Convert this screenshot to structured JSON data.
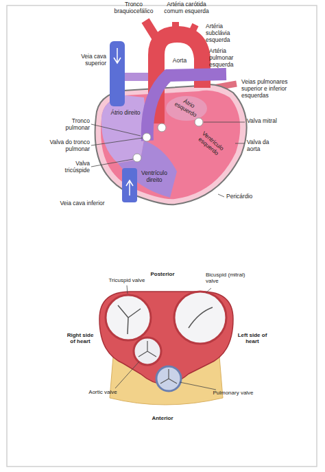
{
  "diagram": {
    "labels": [
      "Tronco braquiocefálico",
      "Artéria carótida comum esquerda",
      "Artéria subclávia esquerda",
      "Artéria pulmonar esquerda",
      "Aorta",
      "Veia cava superior",
      "Veias pulmonares superior e inferior esquerdas",
      "Átrio esquerdo",
      "Átrio direito",
      "Tronco pulmonar",
      "Valva mitral",
      "Ventrículo esquerdo",
      "Valva da aorta",
      "Valva do tronco pulmonar",
      "Valva tricúspide",
      "Ventrículo direito",
      "Veia cava inferior",
      "Pericárdio",
      "Posterior",
      "Tricuspid valve",
      "Bicuspid (mitral) valve",
      "Right side of heart",
      "Left side of heart",
      "Aortic valve",
      "Pulmonary valve",
      "Anterior"
    ]
  }
}
